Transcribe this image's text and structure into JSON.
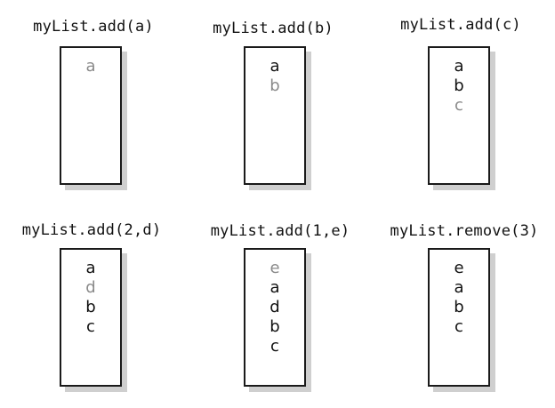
{
  "diagram": {
    "colors": {
      "text": "#111111",
      "changed_item": "#8a8a8a",
      "box_border": "#1a1a1a",
      "box_shadow": "#cfcfcf"
    },
    "panels": [
      {
        "caption": "myList.add(a)",
        "items": [
          {
            "text": "a",
            "changed": true
          }
        ]
      },
      {
        "caption": "myList.add(b)",
        "items": [
          {
            "text": "a",
            "changed": false
          },
          {
            "text": "b",
            "changed": true
          }
        ]
      },
      {
        "caption": "myList.add(c)",
        "items": [
          {
            "text": "a",
            "changed": false
          },
          {
            "text": "b",
            "changed": false
          },
          {
            "text": "c",
            "changed": true
          }
        ]
      },
      {
        "caption": "myList.add(2,d)",
        "items": [
          {
            "text": "a",
            "changed": false
          },
          {
            "text": "d",
            "changed": true
          },
          {
            "text": "b",
            "changed": false
          },
          {
            "text": "c",
            "changed": false
          }
        ]
      },
      {
        "caption": "myList.add(1,e)",
        "items": [
          {
            "text": "e",
            "changed": true
          },
          {
            "text": "a",
            "changed": false
          },
          {
            "text": "d",
            "changed": false
          },
          {
            "text": "b",
            "changed": false
          },
          {
            "text": "c",
            "changed": false
          }
        ]
      },
      {
        "caption": "myList.remove(3)",
        "items": [
          {
            "text": "e",
            "changed": false
          },
          {
            "text": "a",
            "changed": false
          },
          {
            "text": "b",
            "changed": false
          },
          {
            "text": "c",
            "changed": false
          }
        ]
      }
    ]
  }
}
